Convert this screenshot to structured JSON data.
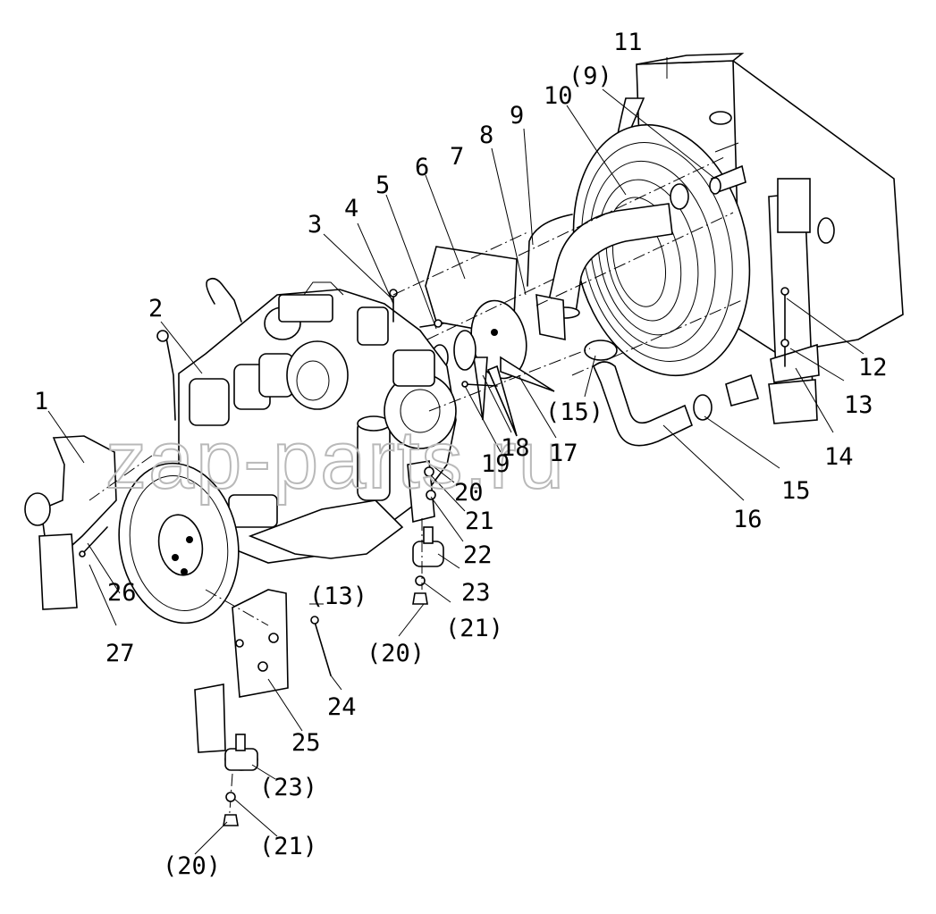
{
  "watermark": "zap-parts.ru",
  "labels": [
    {
      "id": "l1",
      "text": "1"
    },
    {
      "id": "l2",
      "text": "2"
    },
    {
      "id": "l3",
      "text": "3"
    },
    {
      "id": "l4",
      "text": "4"
    },
    {
      "id": "l5",
      "text": "5"
    },
    {
      "id": "l6",
      "text": "6"
    },
    {
      "id": "l7",
      "text": "7"
    },
    {
      "id": "l8",
      "text": "8"
    },
    {
      "id": "l9",
      "text": "9"
    },
    {
      "id": "l10",
      "text": "10"
    },
    {
      "id": "l9p",
      "text": "(9)"
    },
    {
      "id": "l11",
      "text": "11"
    },
    {
      "id": "l12",
      "text": "12"
    },
    {
      "id": "l13",
      "text": "13"
    },
    {
      "id": "l14",
      "text": "14"
    },
    {
      "id": "l15",
      "text": "15"
    },
    {
      "id": "l15p",
      "text": "(15)"
    },
    {
      "id": "l16",
      "text": "16"
    },
    {
      "id": "l17",
      "text": "17"
    },
    {
      "id": "l18",
      "text": "18"
    },
    {
      "id": "l19",
      "text": "19"
    },
    {
      "id": "l20",
      "text": "20"
    },
    {
      "id": "l21",
      "text": "21"
    },
    {
      "id": "l22",
      "text": "22"
    },
    {
      "id": "l23",
      "text": "23"
    },
    {
      "id": "l21p",
      "text": "(21)"
    },
    {
      "id": "l20p",
      "text": "(20)"
    },
    {
      "id": "l13p",
      "text": "(13)"
    },
    {
      "id": "l24",
      "text": "24"
    },
    {
      "id": "l25",
      "text": "25"
    },
    {
      "id": "l23p",
      "text": "(23)"
    },
    {
      "id": "l21q",
      "text": "(21)"
    },
    {
      "id": "l20q",
      "text": "(20)"
    },
    {
      "id": "l26",
      "text": "26"
    },
    {
      "id": "l27",
      "text": "27"
    }
  ]
}
